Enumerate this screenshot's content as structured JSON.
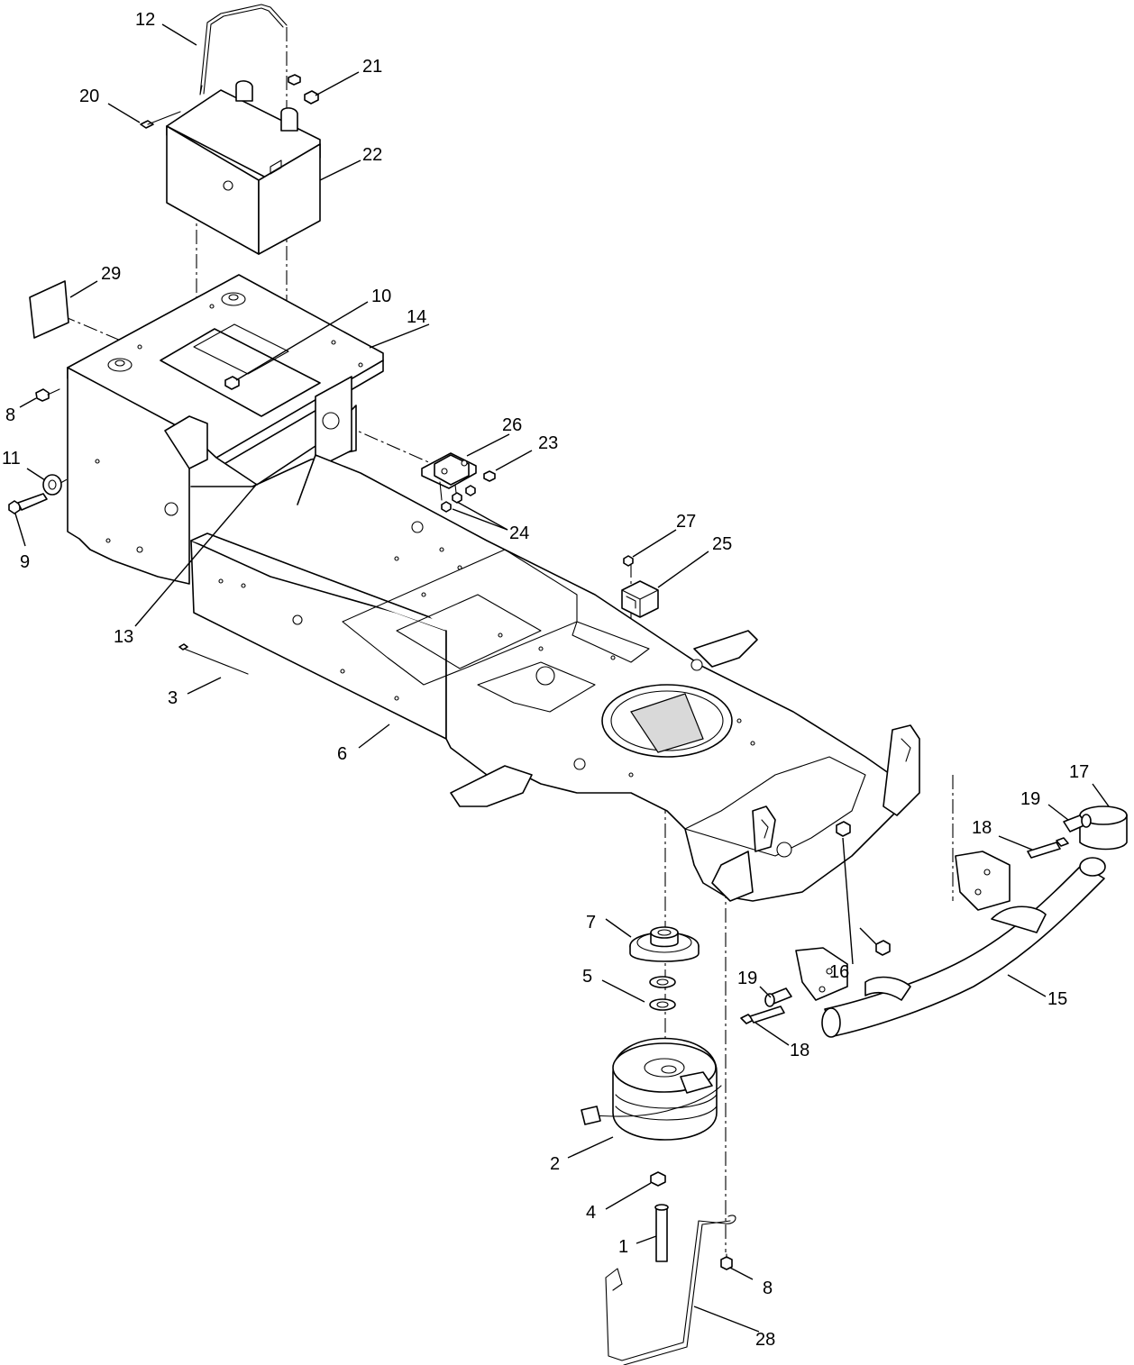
{
  "callouts": [
    {
      "id": "c1",
      "text": "1"
    },
    {
      "id": "c2",
      "text": "2"
    },
    {
      "id": "c3",
      "text": "3"
    },
    {
      "id": "c4",
      "text": "4"
    },
    {
      "id": "c5",
      "text": "5"
    },
    {
      "id": "c6",
      "text": "6"
    },
    {
      "id": "c7",
      "text": "7"
    },
    {
      "id": "c8a",
      "text": "8"
    },
    {
      "id": "c8b",
      "text": "8"
    },
    {
      "id": "c9",
      "text": "9"
    },
    {
      "id": "c10",
      "text": "10"
    },
    {
      "id": "c11",
      "text": "11"
    },
    {
      "id": "c12",
      "text": "12"
    },
    {
      "id": "c13",
      "text": "13"
    },
    {
      "id": "c14",
      "text": "14"
    },
    {
      "id": "c15",
      "text": "15"
    },
    {
      "id": "c16",
      "text": "16"
    },
    {
      "id": "c17",
      "text": "17"
    },
    {
      "id": "c18a",
      "text": "18"
    },
    {
      "id": "c18b",
      "text": "18"
    },
    {
      "id": "c19a",
      "text": "19"
    },
    {
      "id": "c19b",
      "text": "19"
    },
    {
      "id": "c20",
      "text": "20"
    },
    {
      "id": "c21",
      "text": "21"
    },
    {
      "id": "c22",
      "text": "22"
    },
    {
      "id": "c23",
      "text": "23"
    },
    {
      "id": "c24",
      "text": "24"
    },
    {
      "id": "c25",
      "text": "25"
    },
    {
      "id": "c26",
      "text": "26"
    },
    {
      "id": "c27",
      "text": "27"
    },
    {
      "id": "c28",
      "text": "28"
    },
    {
      "id": "c29",
      "text": "29"
    }
  ]
}
